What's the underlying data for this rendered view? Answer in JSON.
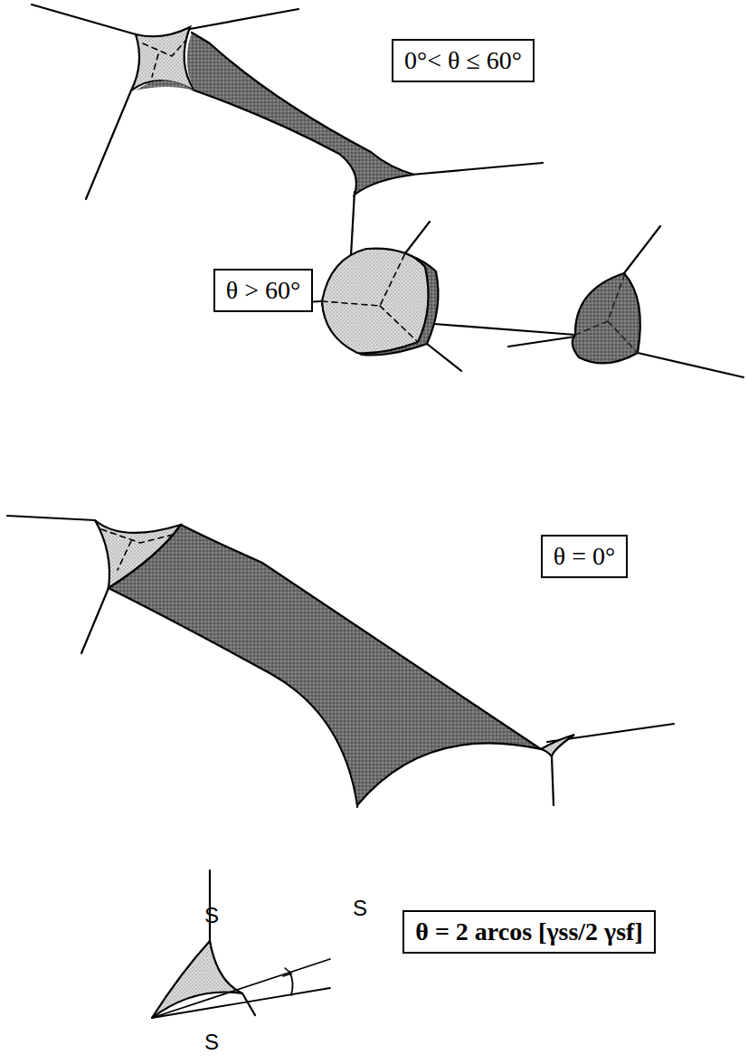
{
  "diagram": {
    "nodes": [
      {
        "text": [
          "0°< θ ≤ 60°"
        ]
      },
      {
        "text": [
          "θ > 60°"
        ]
      },
      {
        "text": [
          "θ = 0°"
        ]
      },
      {
        "text": [
          "θ = 2 arcos [γss/2 γsf]"
        ]
      }
    ],
    "edges": [],
    "labels": [
      "S",
      "S",
      "S"
    ]
  }
}
